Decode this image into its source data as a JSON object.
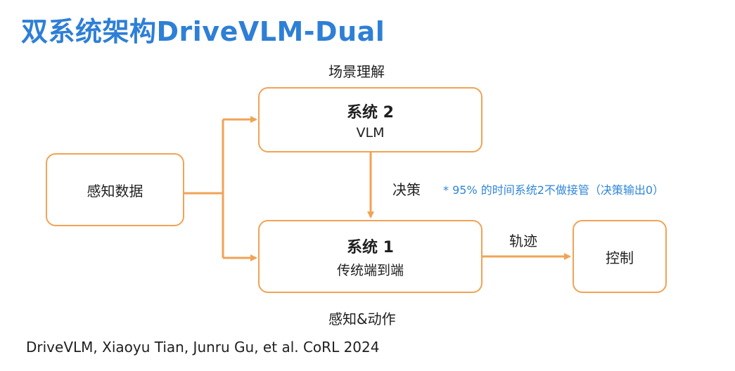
{
  "title": "双系统架构DriveVLM-Dual",
  "boxes": {
    "perception": {
      "label": "感知数据"
    },
    "system2": {
      "name": "系统 2",
      "subtitle": "VLM"
    },
    "system1": {
      "name": "系统 1",
      "subtitle": "传统端到端"
    },
    "control": {
      "label": "控制"
    }
  },
  "labels": {
    "scene_understanding": "场景理解",
    "decision": "决策",
    "trajectory": "轨迹",
    "perception_action": "感知&动作"
  },
  "note": "* 95% 的时间系统2不做接管（决策输出0）",
  "citation": "DriveVLM, Xiaoyu Tian, Junru Gu, et al. CoRL 2024",
  "colors": {
    "title": "#2e7fd6",
    "box_border": "#f0a355",
    "arrow": "#f0a355",
    "note": "#2f86d9"
  }
}
